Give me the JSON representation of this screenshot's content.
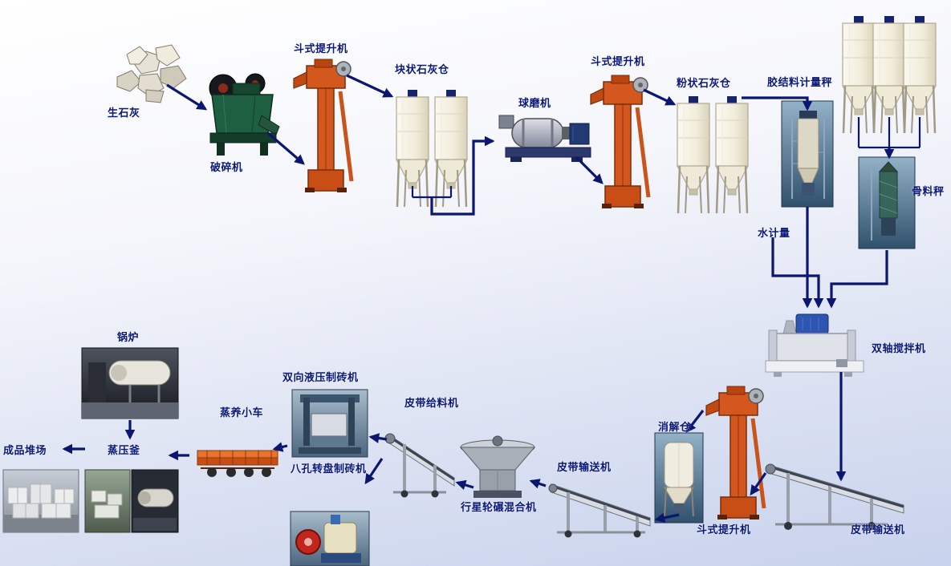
{
  "labels": {
    "quicklime": "生石灰",
    "crusher": "破碎机",
    "bucket_elevator": "斗式提升机",
    "lump_lime_silo": "块状石灰仓",
    "ball_mill": "球磨机",
    "powder_lime_silo": "粉状石灰仓",
    "binder_weigher": "胶结料计量秤",
    "aggregate_scale": "骨料秤",
    "water_meter": "水计量",
    "twin_shaft_mixer": "双轴搅拌机",
    "belt_conveyor": "皮带输送机",
    "digestion_silo": "消解仓",
    "planetary_mixer": "行星轮碾混合机",
    "belt_feeder": "皮带给料机",
    "rotary_brick_press": "八孔转盘制砖机",
    "hydraulic_brick_press": "双向液压制砖机",
    "curing_cart": "蒸养小车",
    "autoclave": "蒸压釜",
    "boiler": "锅炉",
    "product_yard": "成品堆场"
  },
  "colors": {
    "arrow": "#0a1670",
    "label_text": "#0a1878",
    "elevator_orange": "#d4581e",
    "silo_cream": "#f6f3e6",
    "crusher_green": "#1f5f41"
  },
  "flow": [
    {
      "from": "生石灰",
      "to": "破碎机"
    },
    {
      "from": "破碎机",
      "to": "斗式提升机"
    },
    {
      "from": "斗式提升机",
      "to": "块状石灰仓"
    },
    {
      "from": "块状石灰仓",
      "to": "球磨机"
    },
    {
      "from": "球磨机",
      "to": "斗式提升机"
    },
    {
      "from": "斗式提升机",
      "to": "粉状石灰仓"
    },
    {
      "from": "粉状石灰仓",
      "to": "胶结料计量秤"
    },
    {
      "from": "胶结料计量秤",
      "to": "双轴搅拌机"
    },
    {
      "from": "水计量",
      "to": "双轴搅拌机"
    },
    {
      "from": "骨料秤",
      "to": "双轴搅拌机"
    },
    {
      "from": "双轴搅拌机",
      "to": "皮带输送机"
    },
    {
      "from": "皮带输送机",
      "to": "斗式提升机"
    },
    {
      "from": "斗式提升机",
      "to": "消解仓"
    },
    {
      "from": "消解仓",
      "to": "皮带输送机"
    },
    {
      "from": "皮带输送机",
      "to": "行星轮碾混合机"
    },
    {
      "from": "行星轮碾混合机",
      "to": "皮带给料机"
    },
    {
      "from": "皮带给料机",
      "to": "双向液压制砖机"
    },
    {
      "from": "皮带给料机",
      "to": "八孔转盘制砖机"
    },
    {
      "from": "双向液压制砖机",
      "to": "蒸养小车"
    },
    {
      "from": "蒸养小车",
      "to": "蒸压釜"
    },
    {
      "from": "锅炉",
      "to": "蒸压釜"
    },
    {
      "from": "蒸压釜",
      "to": "成品堆场"
    }
  ]
}
